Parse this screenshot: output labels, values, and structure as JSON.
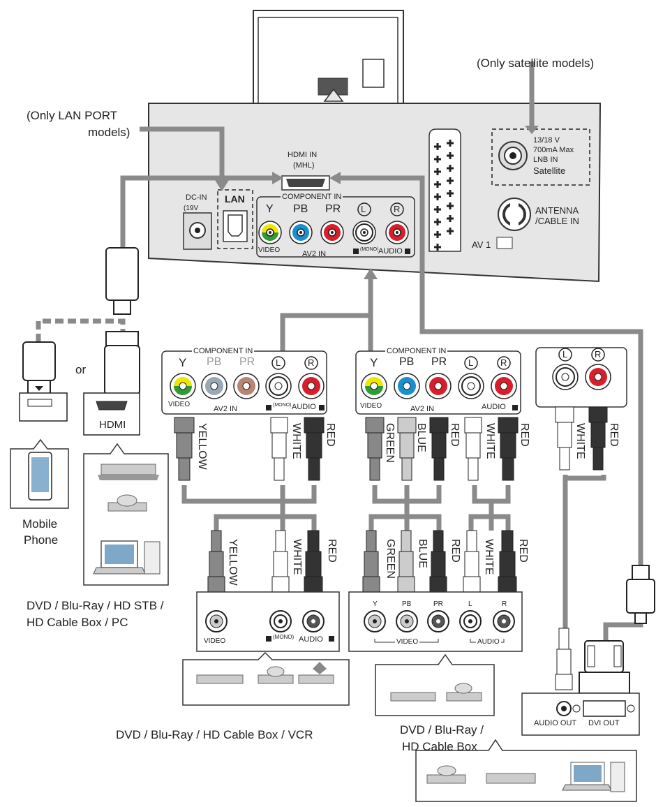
{
  "labels": {
    "only_satellite": "(Only satellite models)",
    "only_lan_1": "(Only LAN PORT",
    "only_lan_2": "models)",
    "hdmi_in": "HDMI IN",
    "mhl": "(MHL)",
    "dc_in": "DC-IN",
    "dc_volt": "(19V",
    "lan": "LAN",
    "component_in": "COMPONENT IN",
    "y": "Y",
    "pb": "PB",
    "pr": "PR",
    "l": "L",
    "r": "R",
    "video": "VIDEO",
    "av2_in": "AV2 IN",
    "mono": "(MONO)",
    "audio": "AUDIO",
    "sat_volt": "13/18 V",
    "sat_ma": "700mA Max",
    "sat_lnb": "LNB IN",
    "sat_name": "Satellite",
    "antenna_1": "ANTENNA",
    "antenna_2": "/CABLE IN",
    "av1": "AV 1",
    "or": "or",
    "hdmi": "HDMI",
    "mobile_1": "Mobile",
    "mobile_2": "Phone",
    "dvd_pc_1": "DVD / Blu-Ray / HD STB /",
    "dvd_pc_2": "HD Cable Box / PC",
    "dvd_vcr": "DVD / Blu-Ray / HD Cable Box / VCR",
    "dvd_cable_1": "DVD / Blu-Ray /",
    "dvd_cable_2": "HD Cable Box",
    "audio_out": "AUDIO OUT",
    "dvi_out": "DVI OUT"
  },
  "cables": {
    "yellow": "YELLOW",
    "white": "WHITE",
    "red": "RED",
    "green": "GREEN",
    "blue": "BLUE"
  },
  "colors": {
    "panel": "#e6e6e6",
    "cable": "#8a8a8a",
    "jack_yellow": "#f2e600",
    "jack_green": "#2e9a3a",
    "jack_blue": "#1a8fd0",
    "jack_red": "#d81e2a",
    "jack_gray": "#9aa7b5",
    "jack_brown": "#b88570"
  }
}
